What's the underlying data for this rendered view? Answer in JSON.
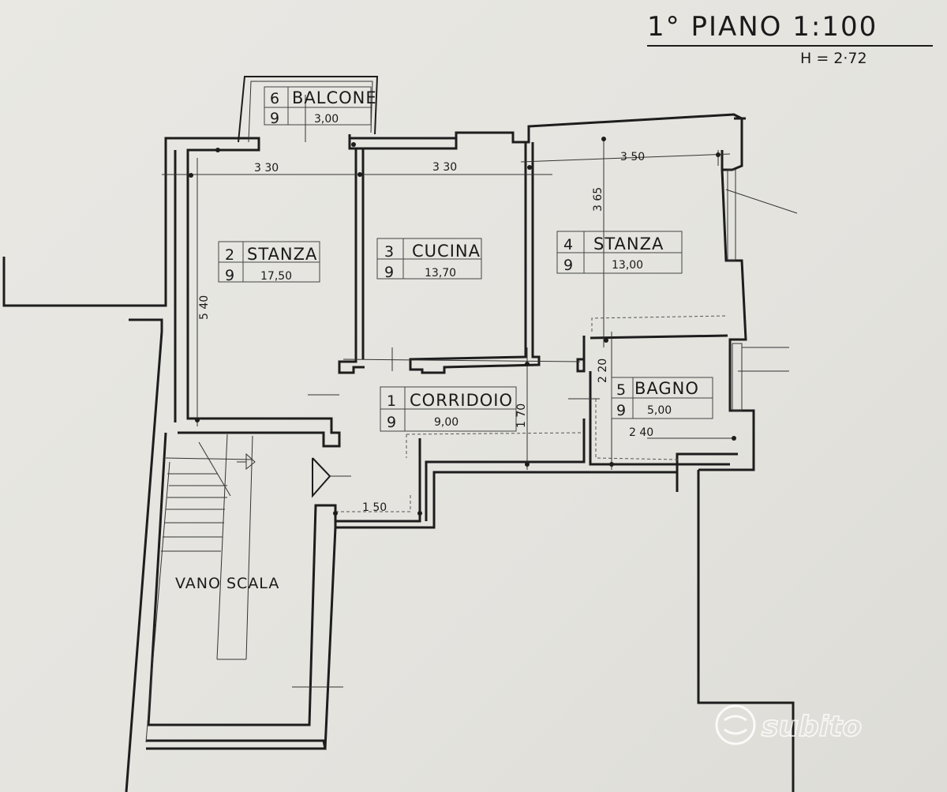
{
  "title": {
    "main": "1° PIANO   1:100",
    "height": "H = 2·72"
  },
  "rooms": [
    {
      "id": "balcone",
      "num": "6",
      "name": "BALCONE",
      "code": "9",
      "area": "3,00"
    },
    {
      "id": "stanza2",
      "num": "2",
      "name": "STANZA",
      "code": "9",
      "area": "17,50"
    },
    {
      "id": "cucina",
      "num": "3",
      "name": "CUCINA",
      "code": "9",
      "area": "13,70"
    },
    {
      "id": "stanza4",
      "num": "4",
      "name": "STANZA",
      "code": "9",
      "area": "13,00"
    },
    {
      "id": "bagno",
      "num": "5",
      "name": "BAGNO",
      "code": "9",
      "area": "5,00"
    },
    {
      "id": "corridoio",
      "num": "1",
      "name": "CORRIDOIO",
      "code": "9",
      "area": "9,00"
    }
  ],
  "stair_label": "VANO SCALA",
  "dimensions": {
    "stanza2_width": "3 30",
    "cucina_width": "3 30",
    "stanza4_width": "3 50",
    "stanza2_depth": "5 40",
    "stanza4_depth": "3 65",
    "bagno_depth": "2 20",
    "bagno_width": "2 40",
    "corridoio_depth": "1 70",
    "corridoio_width": "1 50"
  },
  "watermark": "subito",
  "colors": {
    "paper": "#e7e6e1",
    "ink": "#1d1d1d"
  }
}
